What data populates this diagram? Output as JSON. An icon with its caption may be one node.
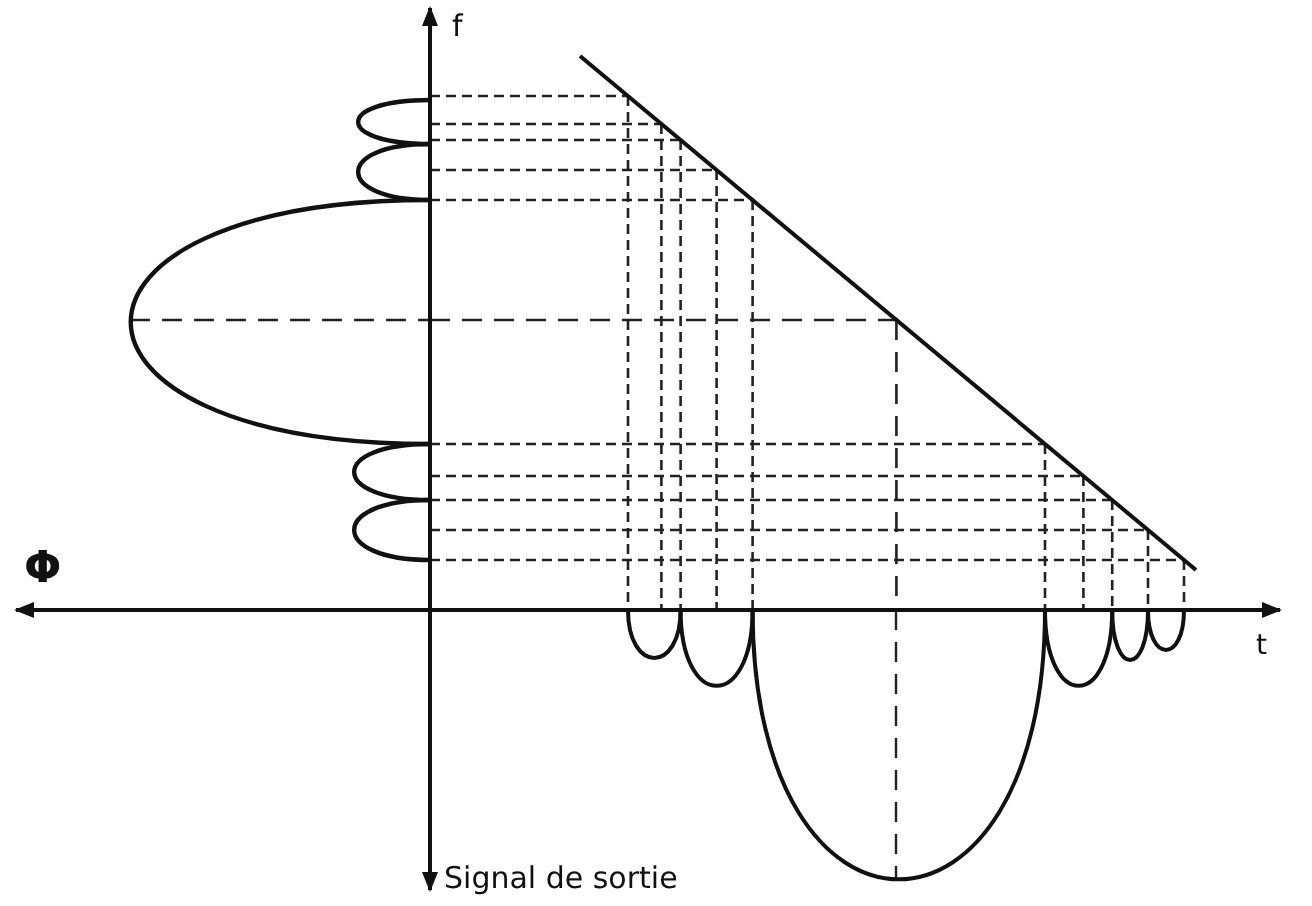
{
  "diagram": {
    "labels": [
      "f",
      "Φ",
      "t",
      "Signal de sortie"
    ]
  }
}
